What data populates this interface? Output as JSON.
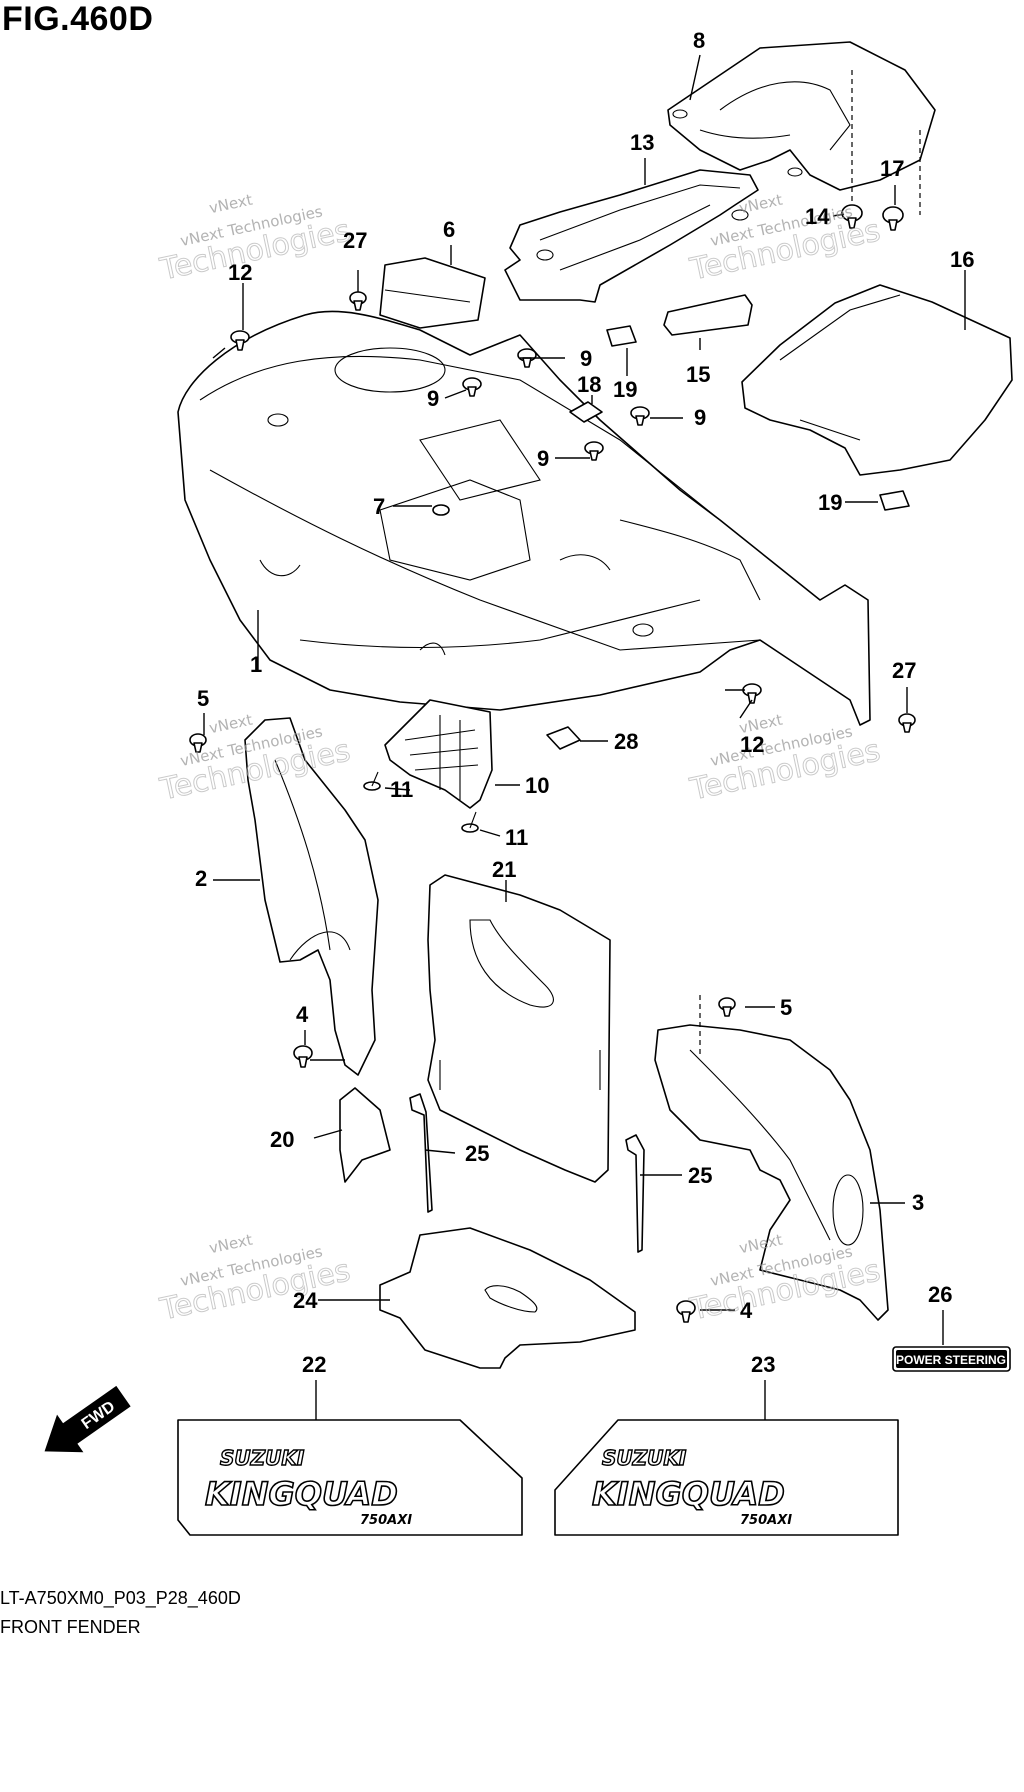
{
  "figure": {
    "title": "FIG.460D",
    "code": "LT-A750XM0_P03_P28_460D",
    "name": "FRONT FENDER"
  },
  "callouts": [
    "1",
    "2",
    "3",
    "4",
    "4",
    "5",
    "5",
    "6",
    "7",
    "8",
    "9",
    "9",
    "9",
    "9",
    "10",
    "11",
    "11",
    "12",
    "12",
    "13",
    "14",
    "15",
    "16",
    "17",
    "18",
    "19",
    "19",
    "20",
    "21",
    "22",
    "23",
    "24",
    "25",
    "25",
    "26",
    "27",
    "27",
    "28"
  ],
  "decal_power_steering": "POWER STEERING",
  "decal_22": {
    "brand": "SUZUKI",
    "model": "KINGQUAD",
    "sub": "750AXI"
  },
  "decal_23": {
    "brand": "SUZUKI",
    "model": "KINGQUAD",
    "sub": "750AXI"
  },
  "fwd_label": "FWD",
  "watermark": {
    "line1": "vNext",
    "line2": "vNext Technologies",
    "line3": "Technologies"
  }
}
